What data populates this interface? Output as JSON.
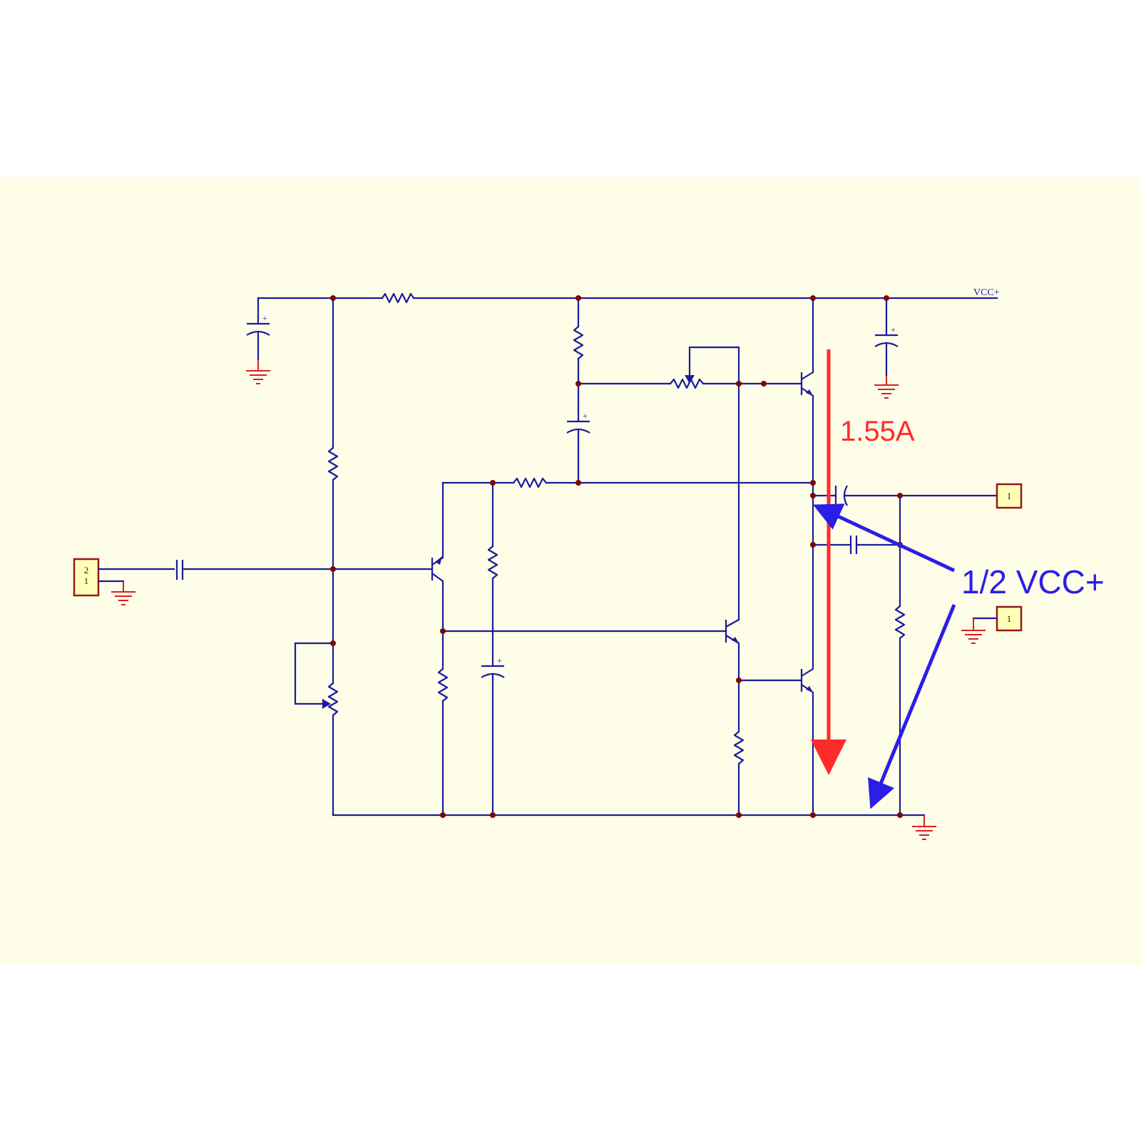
{
  "net_labels": {
    "vcc": "VCC+"
  },
  "connectors": {
    "input": {
      "pin_top": "2",
      "pin_bottom": "1"
    },
    "output": {
      "pin": "1"
    },
    "ground_conn": {
      "pin": "1"
    }
  },
  "capacitor_polarity": "+",
  "annotations": {
    "current": "1.55A",
    "half_vcc": "1/2 VCC+"
  },
  "colors": {
    "background": "#fdfde8",
    "wire": "#1b1b9e",
    "ground": "#d62020",
    "junction": "#7a0a0a",
    "current_arrow": "#ff2b2b",
    "callout": "#2a1ee8"
  }
}
